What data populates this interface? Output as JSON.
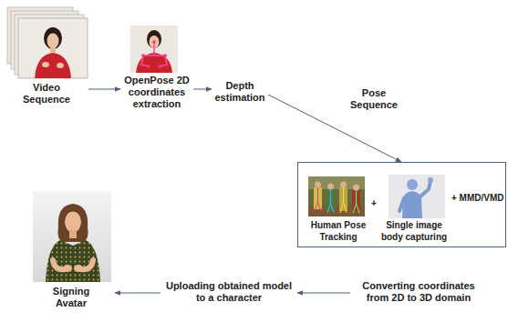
{
  "diagram": {
    "nodes": [
      {
        "text": [
          "Video Sequence"
        ]
      },
      {
        "text": [
          "OpenPose 2D coordinates extraction"
        ]
      },
      {
        "text": [
          "Depth estimation"
        ]
      },
      {
        "text": [
          "+",
          "+ MMD/VMD"
        ]
      },
      {
        "text": [
          "Human Pose Tracking"
        ],
        "in": 3
      },
      {
        "text": [
          "Single image body capturing"
        ],
        "in": 3
      },
      {
        "text": [
          "Converting coordinates from 2D to 3D domain"
        ]
      },
      {
        "text": [
          "Uploading obtained model to a character"
        ]
      },
      {
        "text": [
          "Signing Avatar"
        ]
      }
    ],
    "edges": [
      {
        "from": 0,
        "to": 1,
        "arrow": "to"
      },
      {
        "from": 1,
        "to": 2,
        "arrow": "to"
      },
      {
        "from": 2,
        "to": 3,
        "label": "Pose Sequence",
        "arrow": "to"
      },
      {
        "from": 6,
        "to": 7,
        "arrow": "to"
      },
      {
        "from": 7,
        "to": 8,
        "arrow": "to"
      }
    ]
  }
}
